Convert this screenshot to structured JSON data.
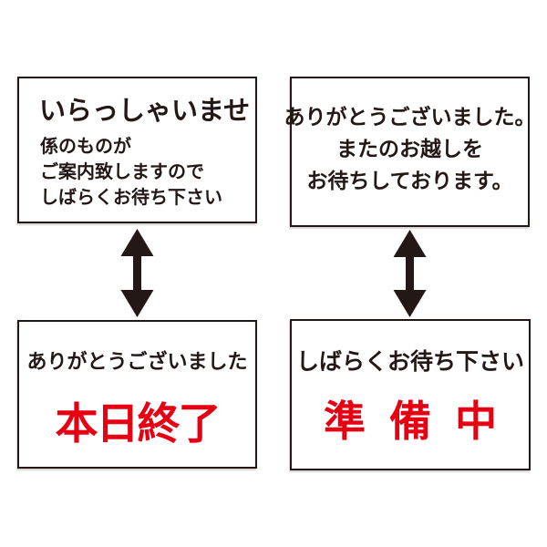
{
  "colors": {
    "ink": "#231815",
    "red": "#e60012",
    "background": "#ffffff",
    "sign_bg": "#ffffff"
  },
  "icons": {
    "swap_arrow": "double-headed-vertical-arrow"
  },
  "signs": {
    "welcome": {
      "title": "いらっしゃいませ",
      "lines": [
        "係のものが",
        "ご案内致しますので",
        "しばらくお待ち下さい"
      ]
    },
    "thanks_revisit": {
      "lines": [
        "ありがとうございました。",
        "またのお越しを",
        "お待ちしております。"
      ]
    },
    "closed_today": {
      "caption": "ありがとうございました",
      "headline": "本日終了"
    },
    "preparing": {
      "caption": "しばらくお待ち下さい",
      "headline": "準 備 中"
    }
  }
}
